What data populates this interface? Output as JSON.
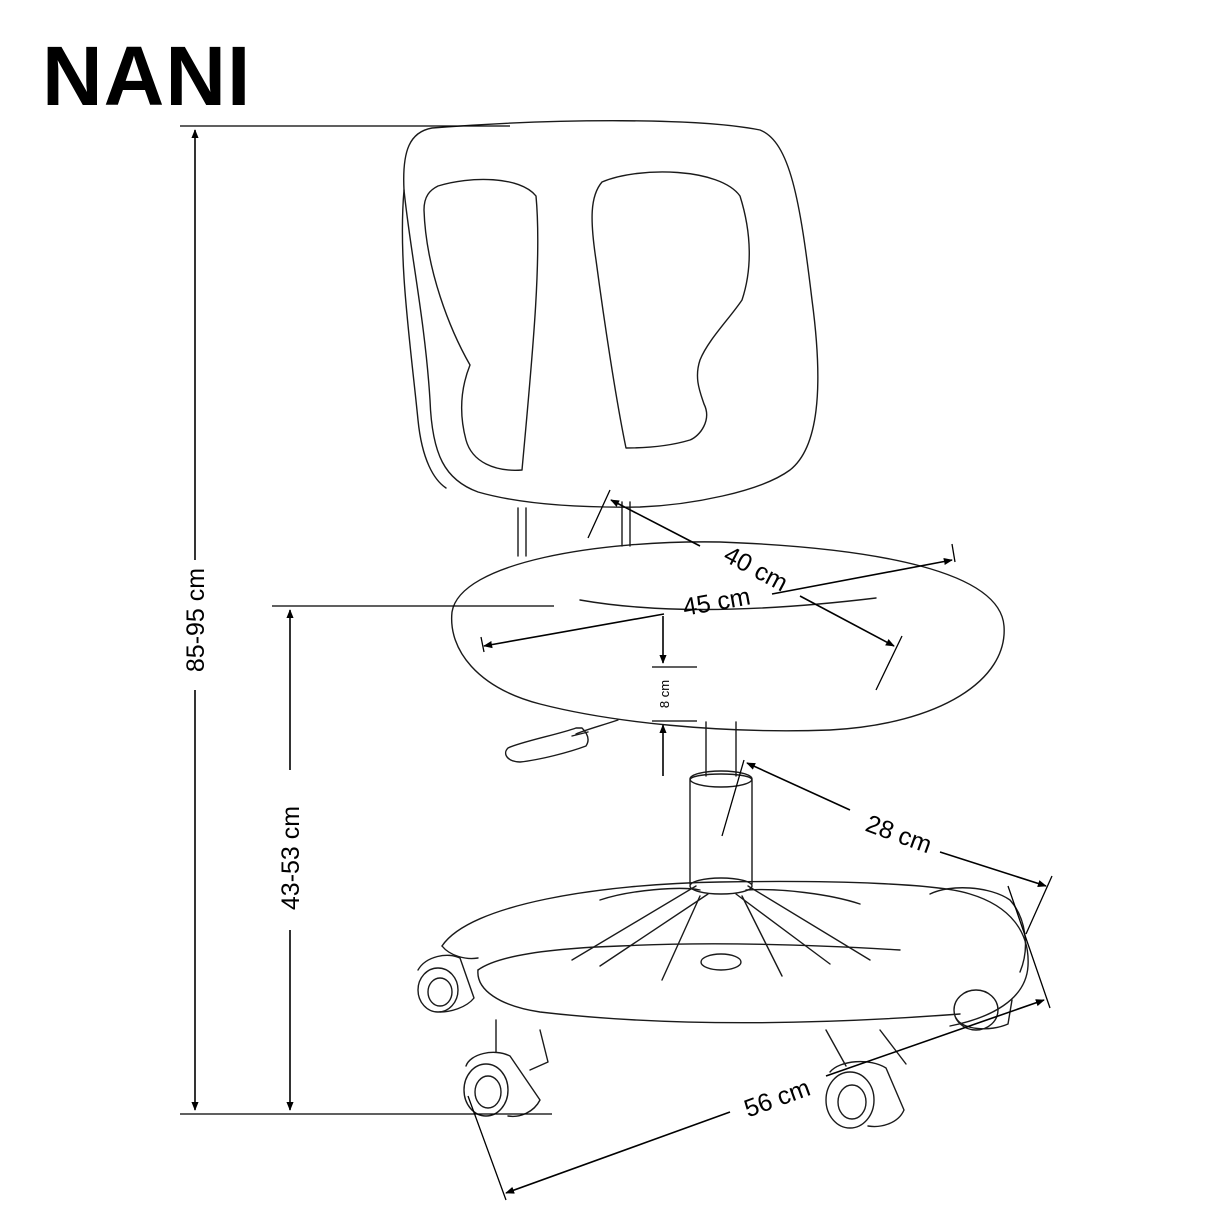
{
  "product": {
    "name": "NANI"
  },
  "dimensions": {
    "total_height": "85-95 cm",
    "seat_height": "43-53 cm",
    "backrest_width": "40 cm",
    "seat_width": "45 cm",
    "seat_thickness": "8 cm",
    "base_radius": "28 cm",
    "base_diameter": "56 cm"
  },
  "colors": {
    "line": "#1a1a1a",
    "background": "#ffffff"
  }
}
